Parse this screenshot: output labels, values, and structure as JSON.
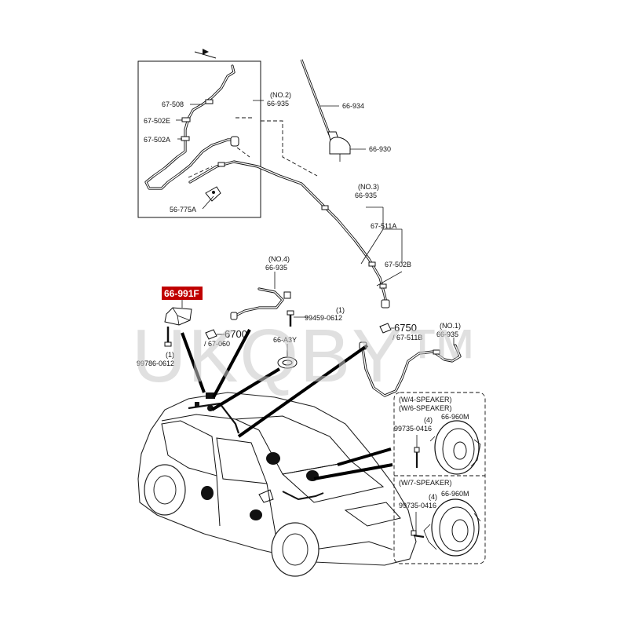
{
  "highlight_color": "#c00000",
  "watermark": "UKQBY™",
  "parts": {
    "p67_508": "67-508",
    "p67_502E": "67-502E",
    "p67_502A": "67-502A",
    "p56_775A": "56-775A",
    "no2_note": "(NO.2)",
    "no2_part": "66-935",
    "p66_934": "66-934",
    "p66_930": "66-930",
    "no3_note": "(NO.3)",
    "no3_part": "66-935",
    "p67_511A": "67-511A",
    "p67_502B": "67-502B",
    "no4_note": "(NO.4)",
    "no4_part": "66-935",
    "p66_991F": "66-991F",
    "bolt_qty": "(1)",
    "p99459_0612": "99459-0612",
    "p6700": "6700",
    "p67_060": "/ 67-060",
    "p66_A3Y": "66-A3Y",
    "screw_qty": "(1)",
    "p99786_0612": "99786-0612",
    "p6750": "6750",
    "p67_511B": "/ 67-511B",
    "no1_note": "(NO.1)",
    "no1_part": "66-935"
  },
  "speaker_box": {
    "top_note_1": "(W/4-SPEAKER)",
    "top_note_2": "(W/6-SPEAKER)",
    "top_qty": "(4)",
    "top_screw": "99735-0416",
    "top_speaker": "66-960M",
    "bottom_note": "(W/7-SPEAKER)",
    "bottom_qty": "(4)",
    "bottom_screw": "99735-0416",
    "bottom_speaker": "66-960M"
  }
}
